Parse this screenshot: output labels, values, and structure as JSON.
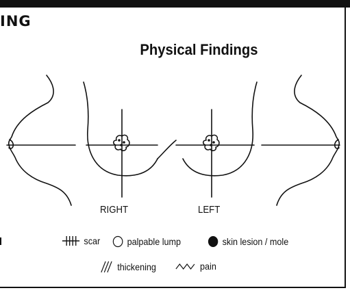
{
  "section": {
    "title": "ING"
  },
  "diagram": {
    "title": "Physical Findings",
    "right_label": "RIGHT",
    "left_label": "LEFT"
  },
  "legend": {
    "scar": "scar",
    "palpable_lump": "palpable lump",
    "skin_lesion": "skin lesion / mole",
    "thickening": "thickening",
    "pain": "pain"
  }
}
